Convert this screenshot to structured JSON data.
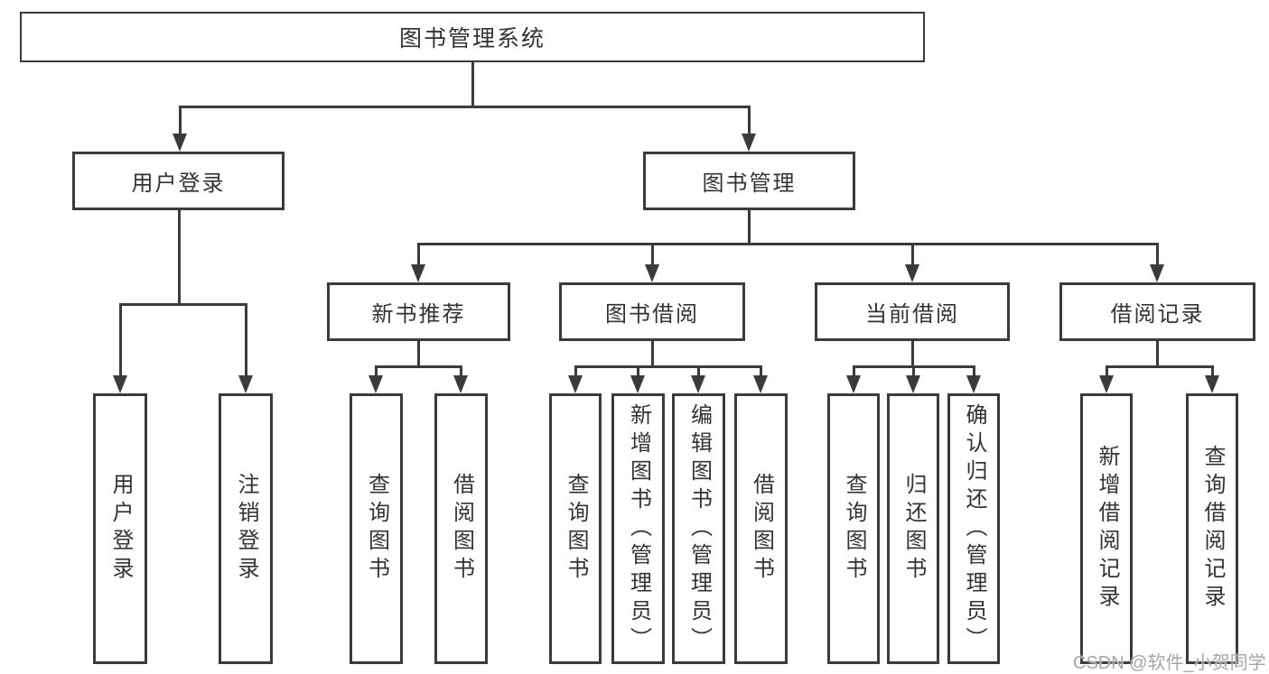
{
  "diagram": {
    "root": "图书管理系统",
    "user_login": {
      "label": "用户登录",
      "children": [
        "用户登录",
        "注销登录"
      ]
    },
    "book_mgmt": {
      "label": "图书管理",
      "modules": [
        {
          "label": "新书推荐",
          "children": [
            "查询图书",
            "借阅图书"
          ]
        },
        {
          "label": "图书借阅",
          "children": [
            "查询图书",
            "新增图书（管理员）",
            "编辑图书（管理员）",
            "借阅图书"
          ]
        },
        {
          "label": "当前借阅",
          "children": [
            "查询图书",
            "归还图书",
            "确认归还（管理员）"
          ]
        },
        {
          "label": "借阅记录",
          "children": [
            "新增借阅记录",
            "查询借阅记录"
          ]
        }
      ]
    }
  },
  "watermark": "CSDN @软件_小贺同学",
  "colors": {
    "line": "#3b3b3b",
    "text": "#333333",
    "watermark": "#a6a6a6",
    "background": "#ffffff"
  }
}
